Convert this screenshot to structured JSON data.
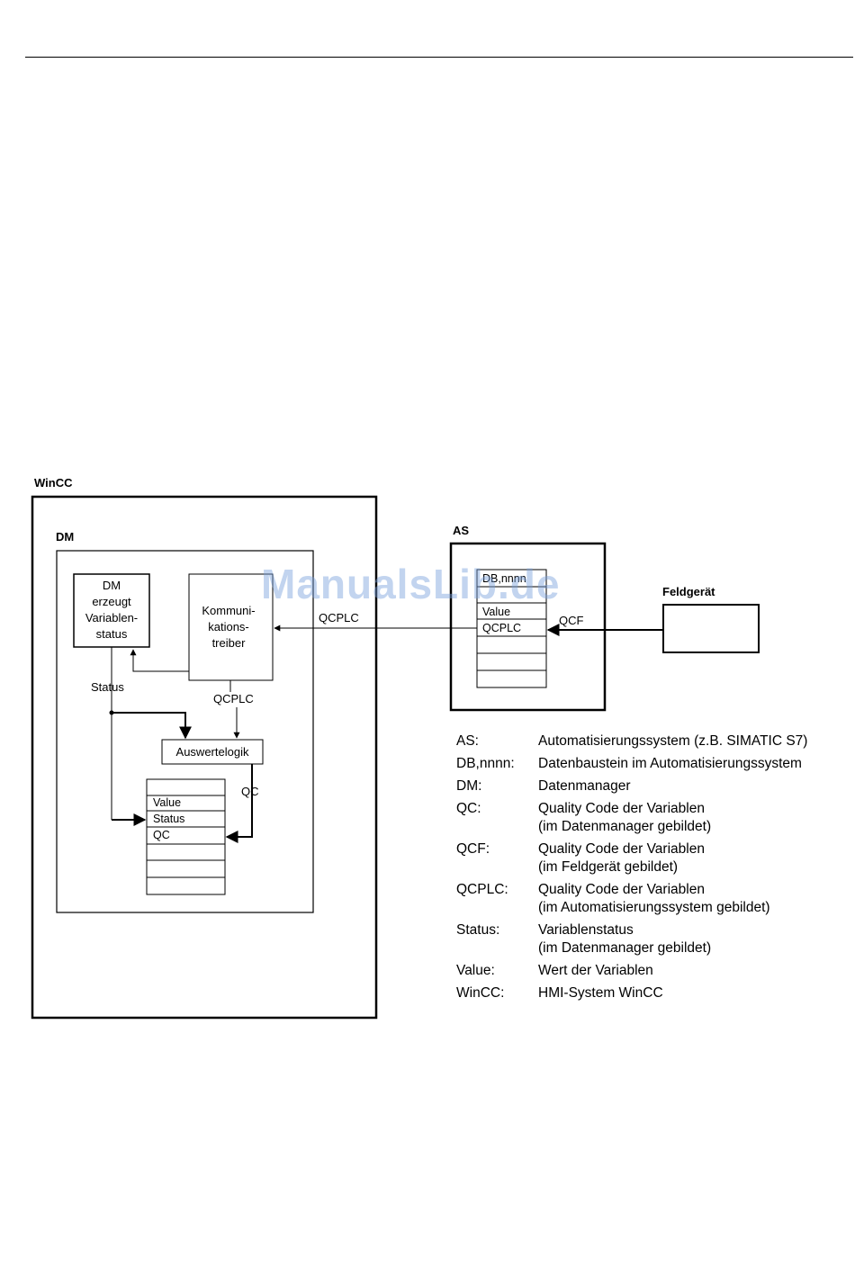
{
  "diagram": {
    "wincc_label": "WinCC",
    "dm_label": "DM",
    "as_label": "AS",
    "feldgeraet_label": "Feldgerät",
    "dm_status_box": [
      "DM",
      "erzeugt",
      "Variablen-",
      "status"
    ],
    "driver_box": [
      "Kommuni-",
      "kations-",
      "treiber"
    ],
    "eval_box": "Auswertelogik",
    "dm_table_rows": [
      "",
      "Value",
      "Status",
      "QC",
      "",
      "",
      ""
    ],
    "as_table_rows": [
      "DB,nnnn",
      "",
      "Value",
      "QCPLC",
      "",
      "",
      ""
    ],
    "arrow_labels": {
      "qcplc_top": "QCPLC",
      "qcplc_mid": "QCPLC",
      "qcf": "QCF",
      "status": "Status",
      "qc": "QC"
    }
  },
  "watermark": "ManualsLib.de",
  "legend": [
    {
      "key": "AS:",
      "value": "Automatisierungssystem (z.B. SIMATIC S7)"
    },
    {
      "key": "DB,nnnn:",
      "value": "Datenbaustein im Automatisierungssystem"
    },
    {
      "key": "DM:",
      "value": "Datenmanager"
    },
    {
      "key": "QC:",
      "value": "Quality Code der Variablen\n(im Datenmanager gebildet)"
    },
    {
      "key": "QCF:",
      "value": "Quality Code der Variablen\n(im Feldgerät gebildet)"
    },
    {
      "key": "QCPLC:",
      "value": "Quality Code der Variablen\n(im Automatisierungssystem gebildet)"
    },
    {
      "key": "Status:",
      "value": "Variablenstatus\n(im Datenmanager gebildet)"
    },
    {
      "key": "Value:",
      "value": "Wert der Variablen"
    },
    {
      "key": "WinCC:",
      "value": "HMI-System WinCC"
    }
  ]
}
